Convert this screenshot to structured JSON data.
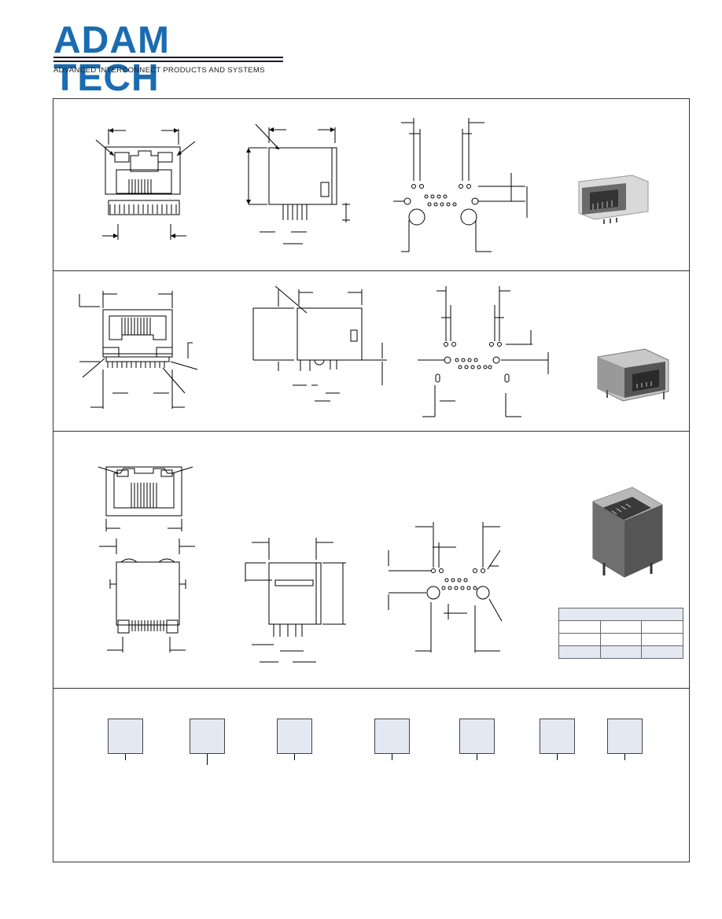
{
  "header": {
    "logo_text": "ADAM TECH",
    "tagline": "ADVANCED INTERCONNECT PRODUCTS AND SYSTEMS",
    "brand_color": "#1a6cb1"
  },
  "sections": [
    {
      "id": "row-1",
      "contents": [
        "front-view-drawing",
        "side-view-drawing",
        "pcb-layout-drawing",
        "product-photo"
      ]
    },
    {
      "id": "row-2",
      "contents": [
        "front-view-drawing",
        "side-view-drawing",
        "pcb-layout-drawing",
        "product-photo"
      ]
    },
    {
      "id": "row-3",
      "contents": [
        "top-view-drawing",
        "front-view-drawing",
        "side-view-drawing",
        "pcb-layout-drawing",
        "product-photo",
        "option-table"
      ]
    },
    {
      "id": "row-4",
      "contents": [
        "part-number-boxes"
      ]
    }
  ],
  "part_number_boxes": 7,
  "colors": {
    "box_fill": "#e3e8f3",
    "line": "#000000"
  }
}
